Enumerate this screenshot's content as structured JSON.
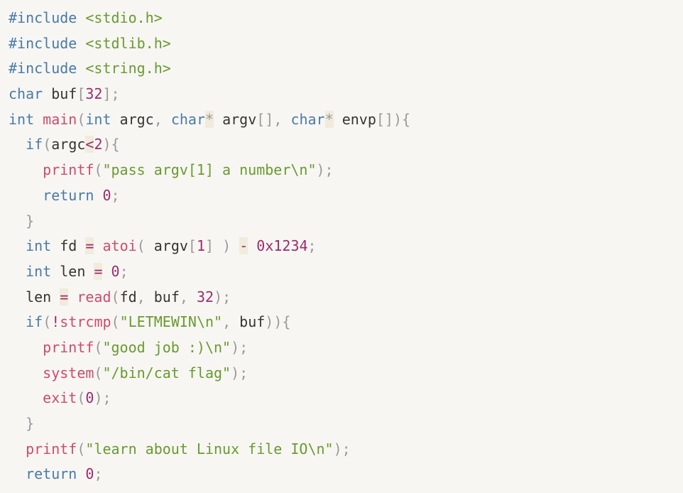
{
  "colors": {
    "background": "#f7f6f3",
    "keyword": "#4a7aa6",
    "function": "#cf4b6a",
    "string": "#6a9a2f",
    "number": "#9b2c6b",
    "punctuation": "#9a9a9a",
    "text": "#37352f"
  },
  "code": {
    "lines": [
      {
        "tokens": [
          {
            "t": "kw",
            "v": "#include "
          },
          {
            "t": "str",
            "v": "<stdio.h>"
          }
        ]
      },
      {
        "tokens": [
          {
            "t": "kw",
            "v": "#include "
          },
          {
            "t": "str",
            "v": "<stdlib.h>"
          }
        ]
      },
      {
        "tokens": [
          {
            "t": "kw",
            "v": "#include "
          },
          {
            "t": "str",
            "v": "<string.h>"
          }
        ]
      },
      {
        "tokens": [
          {
            "t": "kw",
            "v": "char"
          },
          {
            "t": "plain",
            "v": " buf"
          },
          {
            "t": "pun",
            "v": "["
          },
          {
            "t": "num",
            "v": "32"
          },
          {
            "t": "pun",
            "v": "];"
          }
        ]
      },
      {
        "tokens": [
          {
            "t": "kw",
            "v": "int"
          },
          {
            "t": "plain",
            "v": " "
          },
          {
            "t": "fn",
            "v": "main"
          },
          {
            "t": "pun",
            "v": "("
          },
          {
            "t": "kw",
            "v": "int"
          },
          {
            "t": "plain",
            "v": " argc"
          },
          {
            "t": "pun",
            "v": ", "
          },
          {
            "t": "kw",
            "v": "char"
          },
          {
            "t": "pun-bg",
            "v": "*"
          },
          {
            "t": "plain",
            "v": " argv"
          },
          {
            "t": "pun",
            "v": "[], "
          },
          {
            "t": "kw",
            "v": "char"
          },
          {
            "t": "pun-bg",
            "v": "*"
          },
          {
            "t": "plain",
            "v": " envp"
          },
          {
            "t": "pun",
            "v": "[]){"
          }
        ]
      },
      {
        "tokens": [
          {
            "t": "plain",
            "v": "  "
          },
          {
            "t": "kw",
            "v": "if"
          },
          {
            "t": "pun",
            "v": "("
          },
          {
            "t": "plain",
            "v": "argc"
          },
          {
            "t": "op-bg",
            "v": "<"
          },
          {
            "t": "num",
            "v": "2"
          },
          {
            "t": "pun",
            "v": "){"
          }
        ]
      },
      {
        "tokens": [
          {
            "t": "plain",
            "v": "    "
          },
          {
            "t": "fn",
            "v": "printf"
          },
          {
            "t": "pun",
            "v": "("
          },
          {
            "t": "str",
            "v": "\"pass argv[1] a number\\n\""
          },
          {
            "t": "pun",
            "v": ");"
          }
        ]
      },
      {
        "tokens": [
          {
            "t": "plain",
            "v": "    "
          },
          {
            "t": "kw",
            "v": "return"
          },
          {
            "t": "plain",
            "v": " "
          },
          {
            "t": "num",
            "v": "0"
          },
          {
            "t": "pun",
            "v": ";"
          }
        ]
      },
      {
        "tokens": [
          {
            "t": "plain",
            "v": "  "
          },
          {
            "t": "pun",
            "v": "}"
          }
        ]
      },
      {
        "tokens": [
          {
            "t": "plain",
            "v": "  "
          },
          {
            "t": "kw",
            "v": "int"
          },
          {
            "t": "plain",
            "v": " fd "
          },
          {
            "t": "op-bg",
            "v": "="
          },
          {
            "t": "plain",
            "v": " "
          },
          {
            "t": "fn",
            "v": "atoi"
          },
          {
            "t": "pun",
            "v": "( "
          },
          {
            "t": "plain",
            "v": "argv"
          },
          {
            "t": "pun",
            "v": "["
          },
          {
            "t": "num",
            "v": "1"
          },
          {
            "t": "pun",
            "v": "] ) "
          },
          {
            "t": "op-bg",
            "v": "-"
          },
          {
            "t": "plain",
            "v": " "
          },
          {
            "t": "num",
            "v": "0x1234"
          },
          {
            "t": "pun",
            "v": ";"
          }
        ]
      },
      {
        "tokens": [
          {
            "t": "plain",
            "v": "  "
          },
          {
            "t": "kw",
            "v": "int"
          },
          {
            "t": "plain",
            "v": " len "
          },
          {
            "t": "op-bg",
            "v": "="
          },
          {
            "t": "plain",
            "v": " "
          },
          {
            "t": "num",
            "v": "0"
          },
          {
            "t": "pun",
            "v": ";"
          }
        ]
      },
      {
        "tokens": [
          {
            "t": "plain",
            "v": "  len "
          },
          {
            "t": "op-bg",
            "v": "="
          },
          {
            "t": "plain",
            "v": " "
          },
          {
            "t": "fn",
            "v": "read"
          },
          {
            "t": "pun",
            "v": "("
          },
          {
            "t": "plain",
            "v": "fd"
          },
          {
            "t": "pun",
            "v": ", "
          },
          {
            "t": "plain",
            "v": "buf"
          },
          {
            "t": "pun",
            "v": ", "
          },
          {
            "t": "num",
            "v": "32"
          },
          {
            "t": "pun",
            "v": ");"
          }
        ]
      },
      {
        "tokens": [
          {
            "t": "plain",
            "v": "  "
          },
          {
            "t": "kw",
            "v": "if"
          },
          {
            "t": "pun",
            "v": "("
          },
          {
            "t": "op",
            "v": "!"
          },
          {
            "t": "fn",
            "v": "strcmp"
          },
          {
            "t": "pun",
            "v": "("
          },
          {
            "t": "str",
            "v": "\"LETMEWIN\\n\""
          },
          {
            "t": "pun",
            "v": ", "
          },
          {
            "t": "plain",
            "v": "buf"
          },
          {
            "t": "pun",
            "v": ")){"
          }
        ]
      },
      {
        "tokens": [
          {
            "t": "plain",
            "v": "    "
          },
          {
            "t": "fn",
            "v": "printf"
          },
          {
            "t": "pun",
            "v": "("
          },
          {
            "t": "str",
            "v": "\"good job :)\\n\""
          },
          {
            "t": "pun",
            "v": ");"
          }
        ]
      },
      {
        "tokens": [
          {
            "t": "plain",
            "v": "    "
          },
          {
            "t": "fn",
            "v": "system"
          },
          {
            "t": "pun",
            "v": "("
          },
          {
            "t": "str",
            "v": "\"/bin/cat flag\""
          },
          {
            "t": "pun",
            "v": ");"
          }
        ]
      },
      {
        "tokens": [
          {
            "t": "plain",
            "v": "    "
          },
          {
            "t": "fn",
            "v": "exit"
          },
          {
            "t": "pun",
            "v": "("
          },
          {
            "t": "num",
            "v": "0"
          },
          {
            "t": "pun",
            "v": ");"
          }
        ]
      },
      {
        "tokens": [
          {
            "t": "plain",
            "v": "  "
          },
          {
            "t": "pun",
            "v": "}"
          }
        ]
      },
      {
        "tokens": [
          {
            "t": "plain",
            "v": "  "
          },
          {
            "t": "fn",
            "v": "printf"
          },
          {
            "t": "pun",
            "v": "("
          },
          {
            "t": "str",
            "v": "\"learn about Linux file IO\\n\""
          },
          {
            "t": "pun",
            "v": ");"
          }
        ]
      },
      {
        "tokens": [
          {
            "t": "plain",
            "v": "  "
          },
          {
            "t": "kw",
            "v": "return"
          },
          {
            "t": "plain",
            "v": " "
          },
          {
            "t": "num",
            "v": "0"
          },
          {
            "t": "pun",
            "v": ";"
          }
        ]
      }
    ]
  }
}
